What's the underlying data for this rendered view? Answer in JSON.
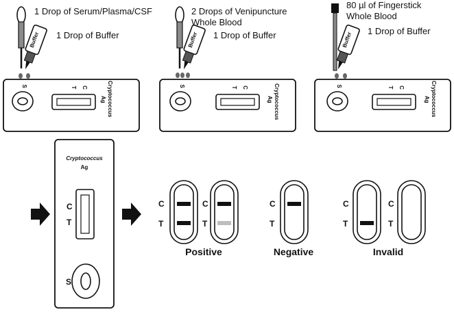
{
  "steps": [
    {
      "sample": "1 Drop of Serum/Plasma/CSF",
      "buffer": "1 Drop of Buffer"
    },
    {
      "sample_line1": "2 Drops of Venipuncture",
      "sample_line2": "Whole Blood",
      "buffer": "1 Drop of Buffer"
    },
    {
      "sample_line1": "80 µl of Fingerstick",
      "sample_line2": "Whole Blood",
      "buffer": "1 Drop of Buffer"
    }
  ],
  "bottle_label": "Buffer",
  "cassette": {
    "name_line1": "Cryptococcus",
    "name_line2": "Ag",
    "t": "T",
    "c": "C",
    "s": "S"
  },
  "results": {
    "positive": "Positive",
    "negative": "Negative",
    "invalid": "Invalid"
  },
  "colors": {
    "ink": "#111111",
    "faint_line": "#bdbdbd",
    "dropper_fill": "#8a8a8a"
  }
}
